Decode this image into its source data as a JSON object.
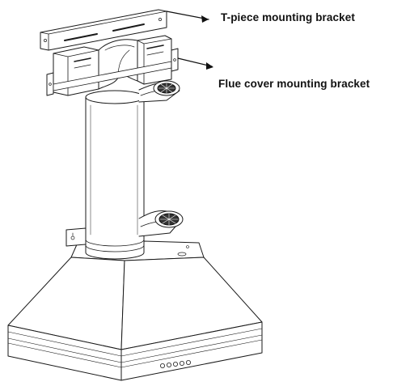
{
  "diagram": {
    "callouts": [
      {
        "id": "tpiece",
        "label": "T-piece mounting bracket"
      },
      {
        "id": "flue",
        "label": "Flue cover mounting bracket"
      }
    ]
  },
  "colors": {
    "line": "#1a1a1a",
    "background": "#ffffff",
    "fan_mesh": "#333333"
  }
}
